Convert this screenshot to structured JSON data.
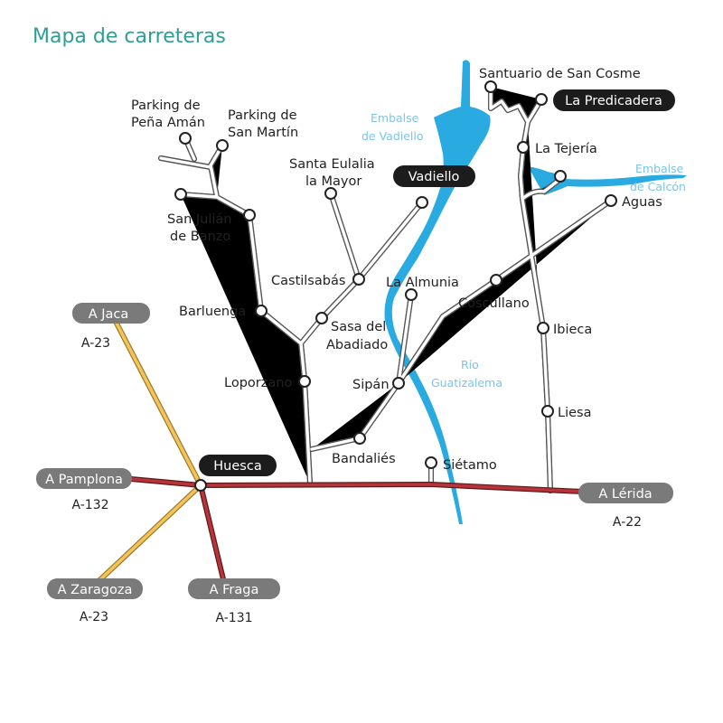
{
  "title": "Mapa de carreteras",
  "colors": {
    "title": "#2e9e95",
    "water": "#29aae1",
    "water_label": "#7cc4e6",
    "national_road": "#b8333a",
    "highway": "#f4c35a",
    "local_road": "#ffffff"
  },
  "towns": {
    "pena_aman": [
      "Parking de",
      "Peña Amán"
    ],
    "san_martin": [
      "Parking de",
      "San Martín"
    ],
    "san_julian": [
      "San Julián",
      "de Banzo"
    ],
    "santa_eulalia": [
      "Santa Eulalia",
      "la Mayor"
    ],
    "castilsabas": "Castilsabás",
    "barluenga": "Barluenga",
    "sasa": [
      "Sasa del",
      "Abadiado"
    ],
    "loporzano": "Loporzano",
    "la_almunia": "La Almunia",
    "sipan": "Sipán",
    "bandalies": "Bandaliés",
    "sietamo": "Siétamo",
    "coscullano": "Coscullano",
    "aguas": "Aguas",
    "santuario": "Santuario de San Cosme",
    "la_tejeria": "La Tejería",
    "ibieca": "Ibieca",
    "liesa": "Liesa"
  },
  "highlighted": {
    "huesca": "Huesca",
    "vadiello": "Vadiello",
    "la_predicadera": "La Predicadera"
  },
  "water": {
    "embalse_vadiello": [
      "Embalse",
      "de Vadiello"
    ],
    "embalse_calcon": [
      "Embalse",
      "de Calcón"
    ],
    "rio": [
      "Río",
      "Guatizalema"
    ]
  },
  "exits": [
    {
      "label": "A Jaca",
      "road": "A-23"
    },
    {
      "label": "A Pamplona",
      "road": "A-132"
    },
    {
      "label": "A Zaragoza",
      "road": "A-23"
    },
    {
      "label": "A Fraga",
      "road": "A-131"
    },
    {
      "label": "A Lérida",
      "road": "A-22"
    }
  ]
}
